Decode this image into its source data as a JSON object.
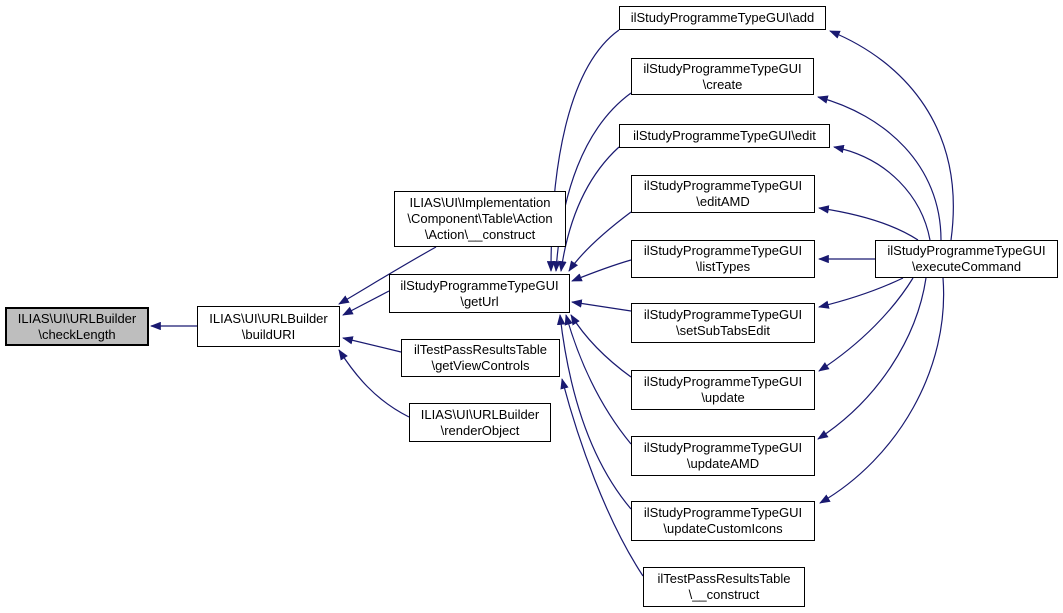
{
  "diagram": {
    "kind": "caller-graph",
    "colors": {
      "edge": "#191970",
      "node_border": "#000000",
      "node_fill": "#ffffff",
      "highlight_fill": "#bebebe",
      "background": "#ffffff"
    },
    "nodes": [
      {
        "id": "checkLength",
        "highlighted": true,
        "lines": [
          "ILIAS\\UI\\URLBuilder",
          "\\checkLength"
        ]
      },
      {
        "id": "buildURI",
        "highlighted": false,
        "lines": [
          "ILIAS\\UI\\URLBuilder",
          "\\buildURI"
        ]
      },
      {
        "id": "actionConstruct",
        "highlighted": false,
        "lines": [
          "ILIAS\\UI\\Implementation",
          "\\Component\\Table\\Action",
          "\\Action\\__construct"
        ]
      },
      {
        "id": "getUrl",
        "highlighted": false,
        "lines": [
          "ilStudyProgrammeTypeGUI",
          "\\getUrl"
        ]
      },
      {
        "id": "getViewControls",
        "highlighted": false,
        "lines": [
          "ilTestPassResultsTable",
          "\\getViewControls"
        ]
      },
      {
        "id": "renderObject",
        "highlighted": false,
        "lines": [
          "ILIAS\\UI\\URLBuilder",
          "\\renderObject"
        ]
      },
      {
        "id": "add",
        "highlighted": false,
        "lines": [
          "ilStudyProgrammeTypeGUI\\add"
        ]
      },
      {
        "id": "create",
        "highlighted": false,
        "lines": [
          "ilStudyProgrammeTypeGUI",
          "\\create"
        ]
      },
      {
        "id": "edit",
        "highlighted": false,
        "lines": [
          "ilStudyProgrammeTypeGUI\\edit"
        ]
      },
      {
        "id": "editAMD",
        "highlighted": false,
        "lines": [
          "ilStudyProgrammeTypeGUI",
          "\\editAMD"
        ]
      },
      {
        "id": "listTypes",
        "highlighted": false,
        "lines": [
          "ilStudyProgrammeTypeGUI",
          "\\listTypes"
        ]
      },
      {
        "id": "setSubTabsEdit",
        "highlighted": false,
        "lines": [
          "ilStudyProgrammeTypeGUI",
          "\\setSubTabsEdit"
        ]
      },
      {
        "id": "update",
        "highlighted": false,
        "lines": [
          "ilStudyProgrammeTypeGUI",
          "\\update"
        ]
      },
      {
        "id": "updateAMD",
        "highlighted": false,
        "lines": [
          "ilStudyProgrammeTypeGUI",
          "\\updateAMD"
        ]
      },
      {
        "id": "updateCustomIcons",
        "highlighted": false,
        "lines": [
          "ilStudyProgrammeTypeGUI",
          "\\updateCustomIcons"
        ]
      },
      {
        "id": "tprConstruct",
        "highlighted": false,
        "lines": [
          "ilTestPassResultsTable",
          "\\__construct"
        ]
      },
      {
        "id": "executeCommand",
        "highlighted": false,
        "lines": [
          "ilStudyProgrammeTypeGUI",
          "\\executeCommand"
        ]
      }
    ],
    "edges": [
      {
        "from": "buildURI",
        "to": "checkLength"
      },
      {
        "from": "actionConstruct",
        "to": "buildURI"
      },
      {
        "from": "getUrl",
        "to": "buildURI"
      },
      {
        "from": "getViewControls",
        "to": "buildURI"
      },
      {
        "from": "renderObject",
        "to": "buildURI"
      },
      {
        "from": "add",
        "to": "getUrl"
      },
      {
        "from": "create",
        "to": "getUrl"
      },
      {
        "from": "edit",
        "to": "getUrl"
      },
      {
        "from": "editAMD",
        "to": "getUrl"
      },
      {
        "from": "listTypes",
        "to": "getUrl"
      },
      {
        "from": "setSubTabsEdit",
        "to": "getUrl"
      },
      {
        "from": "update",
        "to": "getUrl"
      },
      {
        "from": "updateAMD",
        "to": "getUrl"
      },
      {
        "from": "updateCustomIcons",
        "to": "getUrl"
      },
      {
        "from": "tprConstruct",
        "to": "getViewControls"
      },
      {
        "from": "executeCommand",
        "to": "add"
      },
      {
        "from": "executeCommand",
        "to": "create"
      },
      {
        "from": "executeCommand",
        "to": "edit"
      },
      {
        "from": "executeCommand",
        "to": "editAMD"
      },
      {
        "from": "executeCommand",
        "to": "listTypes"
      },
      {
        "from": "executeCommand",
        "to": "setSubTabsEdit"
      },
      {
        "from": "executeCommand",
        "to": "update"
      },
      {
        "from": "executeCommand",
        "to": "updateAMD"
      },
      {
        "from": "executeCommand",
        "to": "updateCustomIcons"
      }
    ]
  }
}
